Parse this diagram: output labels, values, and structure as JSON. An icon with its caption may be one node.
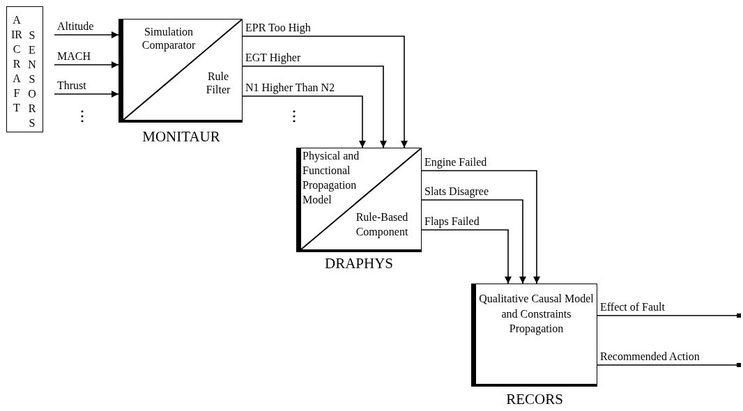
{
  "diagram": {
    "nodes": [
      {
        "text": [
          "AIRCRAFT",
          "SENSORS"
        ]
      },
      {
        "text": [
          "Simulation Comparator",
          "Rule Filter"
        ],
        "beside": [
          "MONITAUR"
        ]
      },
      {
        "text": [
          "Physical and Functional Propagation Model",
          "Rule-Based Component"
        ],
        "beside": [
          "DRAPHYS"
        ]
      },
      {
        "text": [
          "Qualitative Causal Model and Constraints Propagation"
        ],
        "beside": [
          "RECORS"
        ]
      }
    ],
    "edges": [
      {
        "from": null,
        "to": 1,
        "arrow": "to",
        "label": "Altitude"
      },
      {
        "from": null,
        "to": 1,
        "arrow": "to",
        "label": "MACH"
      },
      {
        "from": null,
        "to": 1,
        "arrow": "to",
        "label": "Thrust"
      },
      {
        "from": 1,
        "to": 2,
        "arrow": "to",
        "label": "EPR Too High"
      },
      {
        "from": 1,
        "to": 2,
        "arrow": "to",
        "label": "EGT Higher"
      },
      {
        "from": 1,
        "to": 2,
        "arrow": "to",
        "label": "N1 Higher Than N2"
      },
      {
        "from": 2,
        "to": 3,
        "arrow": "to",
        "label": "Engine Failed"
      },
      {
        "from": 2,
        "to": 3,
        "arrow": "to",
        "label": "Slats Disagree"
      },
      {
        "from": 2,
        "to": 3,
        "arrow": "to",
        "label": "Flaps Failed"
      },
      {
        "from": 3,
        "to": null,
        "arrow": "other",
        "label": "Effect of Fault"
      },
      {
        "from": 3,
        "to": null,
        "arrow": "other",
        "label": "Recommended Action"
      }
    ],
    "labels": [
      "⋮",
      "⋮"
    ]
  }
}
